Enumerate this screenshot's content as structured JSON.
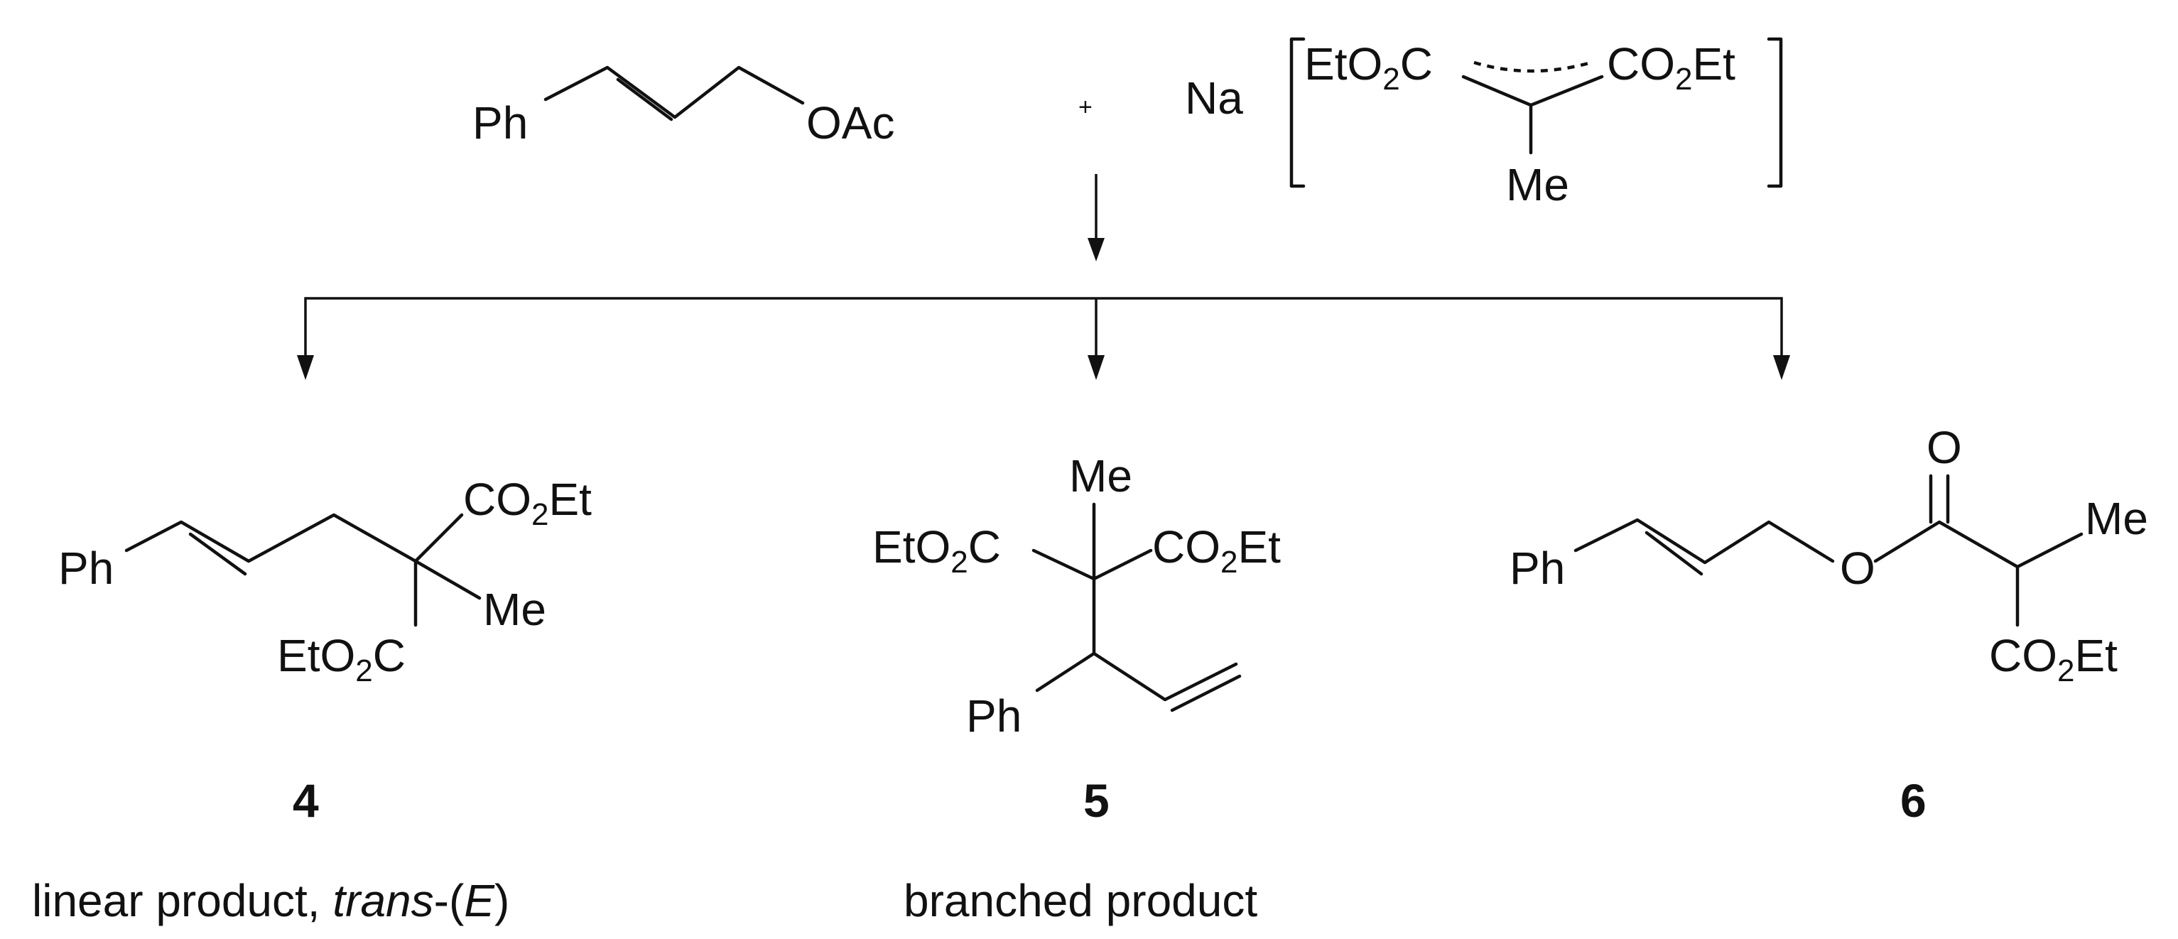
{
  "reactants": {
    "allyl_acetate": {
      "ph": "Ph",
      "oac": "OAc"
    },
    "plus": "+",
    "malonate": {
      "na": "Na",
      "left_ester": "EtO",
      "left_ester_c": "C",
      "right_ester": "CO",
      "right_ester_et": "Et",
      "me": "Me",
      "subscript": "2"
    }
  },
  "products": [
    {
      "number": "4",
      "caption_prefix": "linear product, ",
      "caption_italic": "trans",
      "caption_mid": "-(",
      "caption_italic2": "E",
      "caption_suffix": ")",
      "labels": {
        "ph": "Ph",
        "co2et_top": "CO",
        "et_top": "Et",
        "me": "Me",
        "eto2c": "EtO",
        "c": "C",
        "subscript": "2"
      }
    },
    {
      "number": "5",
      "caption": "branched product",
      "labels": {
        "me": "Me",
        "eto2c": "EtO",
        "c": "C",
        "co2et": "CO",
        "et": "Et",
        "ph": "Ph",
        "subscript": "2"
      }
    },
    {
      "number": "6",
      "labels": {
        "ph": "Ph",
        "o_ester": "O",
        "o_carbonyl": "O",
        "me": "Me",
        "co2et": "CO",
        "et": "Et",
        "subscript": "2"
      }
    }
  ]
}
